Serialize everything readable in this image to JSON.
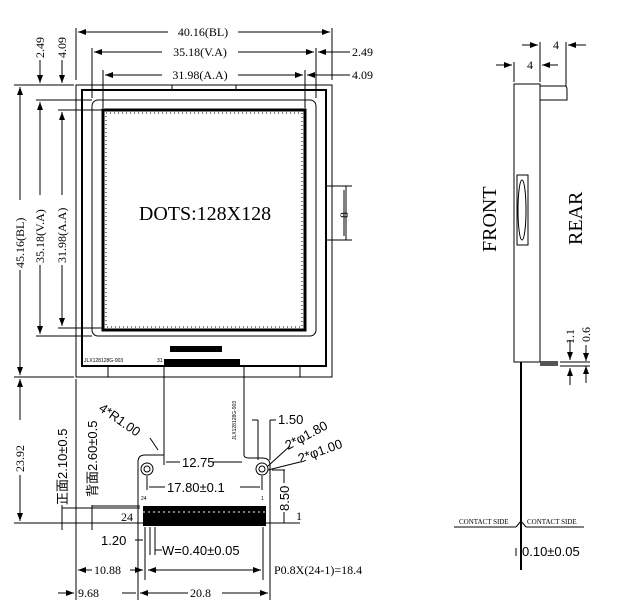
{
  "front_view": {
    "dots_label": "DOTS:128X128",
    "model_label": "JLX128128G-903",
    "fpc_label": "JLX128128G-903",
    "pin_31": "31",
    "dims": {
      "bl_width": "40.16(BL)",
      "va_width": "35.18(V.A)",
      "aa_width": "31.98(A.A)",
      "right_offset_va": "2.49",
      "right_offset_aa": "4.09",
      "top_offset_va": "2.49",
      "top_offset_aa": "4.09",
      "bl_height": "45.16(BL)",
      "va_height": "35.18(V.A)",
      "aa_height": "31.98(A.A)",
      "tab_height": "8",
      "fpc_length": "23.92",
      "front_thickness": "正面2.10±0.5",
      "back_thickness": "背面2.60±0.5",
      "corner_radius": "4*R1.00",
      "fpc_neck_width": "12.75",
      "hole_pitch": "17.80±0.1",
      "hole_offset": "1.50",
      "hole_outer": "2*φ1.80",
      "hole_inner": "2*φ1.00",
      "hole_to_edge": "8.50",
      "pin_first_offset": "1.20",
      "pin_width": "W=0.40±0.05",
      "pin_left": "10.88",
      "pitch_formula": "P0.8X(24-1)=18.4",
      "fpc_left": "9.68",
      "fpc_width": "20.8",
      "pin_24": "24",
      "pin_1": "1",
      "pin_24_small": "24",
      "pin_1_small": "1"
    }
  },
  "side_view": {
    "front_label": "FRONT",
    "rear_label": "REAR",
    "dim_top_a": "4",
    "dim_top_b": "4",
    "dim_stiffener": "1.1",
    "dim_fpc": "0.6",
    "contact_left": "CONTACT SIDE",
    "contact_right": "CONTACT SIDE",
    "fpc_thickness": "0.10±0.05"
  }
}
